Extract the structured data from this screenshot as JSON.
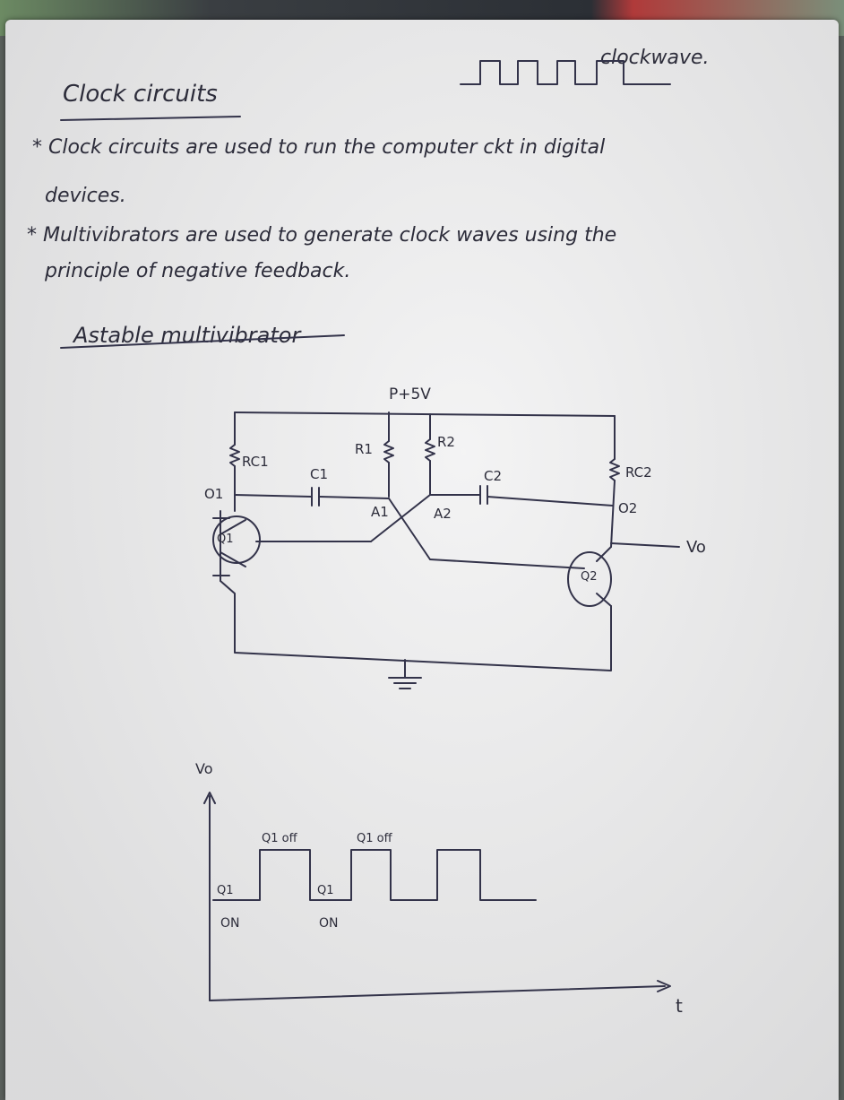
{
  "heading": "Clock circuits",
  "clock_wave_label": "clockwave.",
  "bullets": [
    {
      "line1": "* Clock circuits are used to run the computer ckt in digital",
      "line2": "devices."
    },
    {
      "line1": "* Multivibrators are used to generate clock waves using the",
      "line2": "principle of negative feedback."
    }
  ],
  "subheading": "Astable multivibrator",
  "circuit": {
    "supply": "P+5V",
    "rc1": "RC1",
    "rc2": "RC2",
    "r1": "R1",
    "r2": "R2",
    "c1": "C1",
    "c2": "C2",
    "a1": "A1",
    "a2": "A2",
    "o1": "O1",
    "o2": "O2",
    "q1": "Q1",
    "q2": "Q2",
    "vo": "Vo"
  },
  "waveform": {
    "y_label": "Vo",
    "x_label": "t",
    "q1_off_1": "Q1 off",
    "q1_off_2": "Q1 off",
    "q1_low_1": "Q1",
    "q1_low_2": "Q1",
    "on_1": "ON",
    "on_2": "ON"
  }
}
